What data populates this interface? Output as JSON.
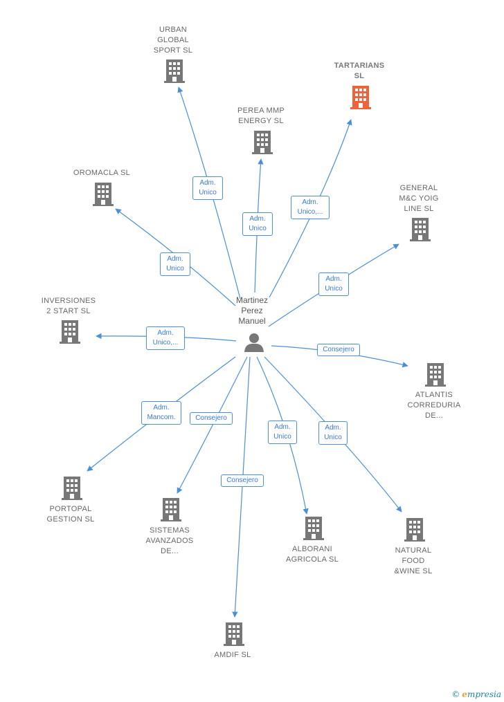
{
  "colors": {
    "edge": "#4a8fd8",
    "building": "#777777",
    "building_highlight": "#f0623a",
    "person": "#777777"
  },
  "person": {
    "label": "Martinez\nPerez\nManuel",
    "icon": "person-icon"
  },
  "nodes": [
    {
      "id": "urban",
      "label": "URBAN\nGLOBAL\nSPORT SL",
      "icon": "building-icon",
      "highlight": false
    },
    {
      "id": "tartarians",
      "label": "TARTARIANS\nSL",
      "icon": "building-icon",
      "highlight": true
    },
    {
      "id": "perea",
      "label": "PEREA MMP\nENERGY SL",
      "icon": "building-icon",
      "highlight": false
    },
    {
      "id": "oromacla",
      "label": "OROMACLA SL",
      "icon": "building-icon",
      "highlight": false
    },
    {
      "id": "general",
      "label": "GENERAL\nM&C YOIG\nLINE SL",
      "icon": "building-icon",
      "highlight": false
    },
    {
      "id": "inversiones",
      "label": "INVERSIONES\n2 START SL",
      "icon": "building-icon",
      "highlight": false
    },
    {
      "id": "atlantis",
      "label": "ATLANTIS\nCORREDURIA\nDE...",
      "icon": "building-icon",
      "highlight": false
    },
    {
      "id": "portopal",
      "label": "PORTOPAL\nGESTION SL",
      "icon": "building-icon",
      "highlight": false
    },
    {
      "id": "sistemas",
      "label": "SISTEMAS\nAVANZADOS\nDE...",
      "icon": "building-icon",
      "highlight": false
    },
    {
      "id": "alborani",
      "label": "ALBORANI\nAGRICOLA SL",
      "icon": "building-icon",
      "highlight": false
    },
    {
      "id": "natural",
      "label": "NATURAL\nFOOD\n&WINE SL",
      "icon": "building-icon",
      "highlight": false
    },
    {
      "id": "amdif",
      "label": "AMDIF SL",
      "icon": "building-icon",
      "highlight": false
    }
  ],
  "edges": [
    {
      "target": "urban",
      "label": "Adm.\nUnico"
    },
    {
      "target": "tartarians",
      "label": "Adm.\nUnico,..."
    },
    {
      "target": "perea",
      "label": "Adm.\nUnico"
    },
    {
      "target": "oromacla",
      "label": "Adm.\nUnico"
    },
    {
      "target": "general",
      "label": "Adm.\nUnico"
    },
    {
      "target": "inversiones",
      "label": "Adm.\nUnico,..."
    },
    {
      "target": "atlantis",
      "label": "Consejero"
    },
    {
      "target": "portopal",
      "label": "Adm.\nMancom."
    },
    {
      "target": "sistemas",
      "label": "Consejero"
    },
    {
      "target": "alborani",
      "label": "Adm.\nUnico"
    },
    {
      "target": "natural",
      "label": "Adm.\nUnico"
    },
    {
      "target": "amdif",
      "label": "Consejero"
    }
  ],
  "footer": {
    "copyright": "©",
    "brand_first": "e",
    "brand_rest": "mpresia"
  }
}
